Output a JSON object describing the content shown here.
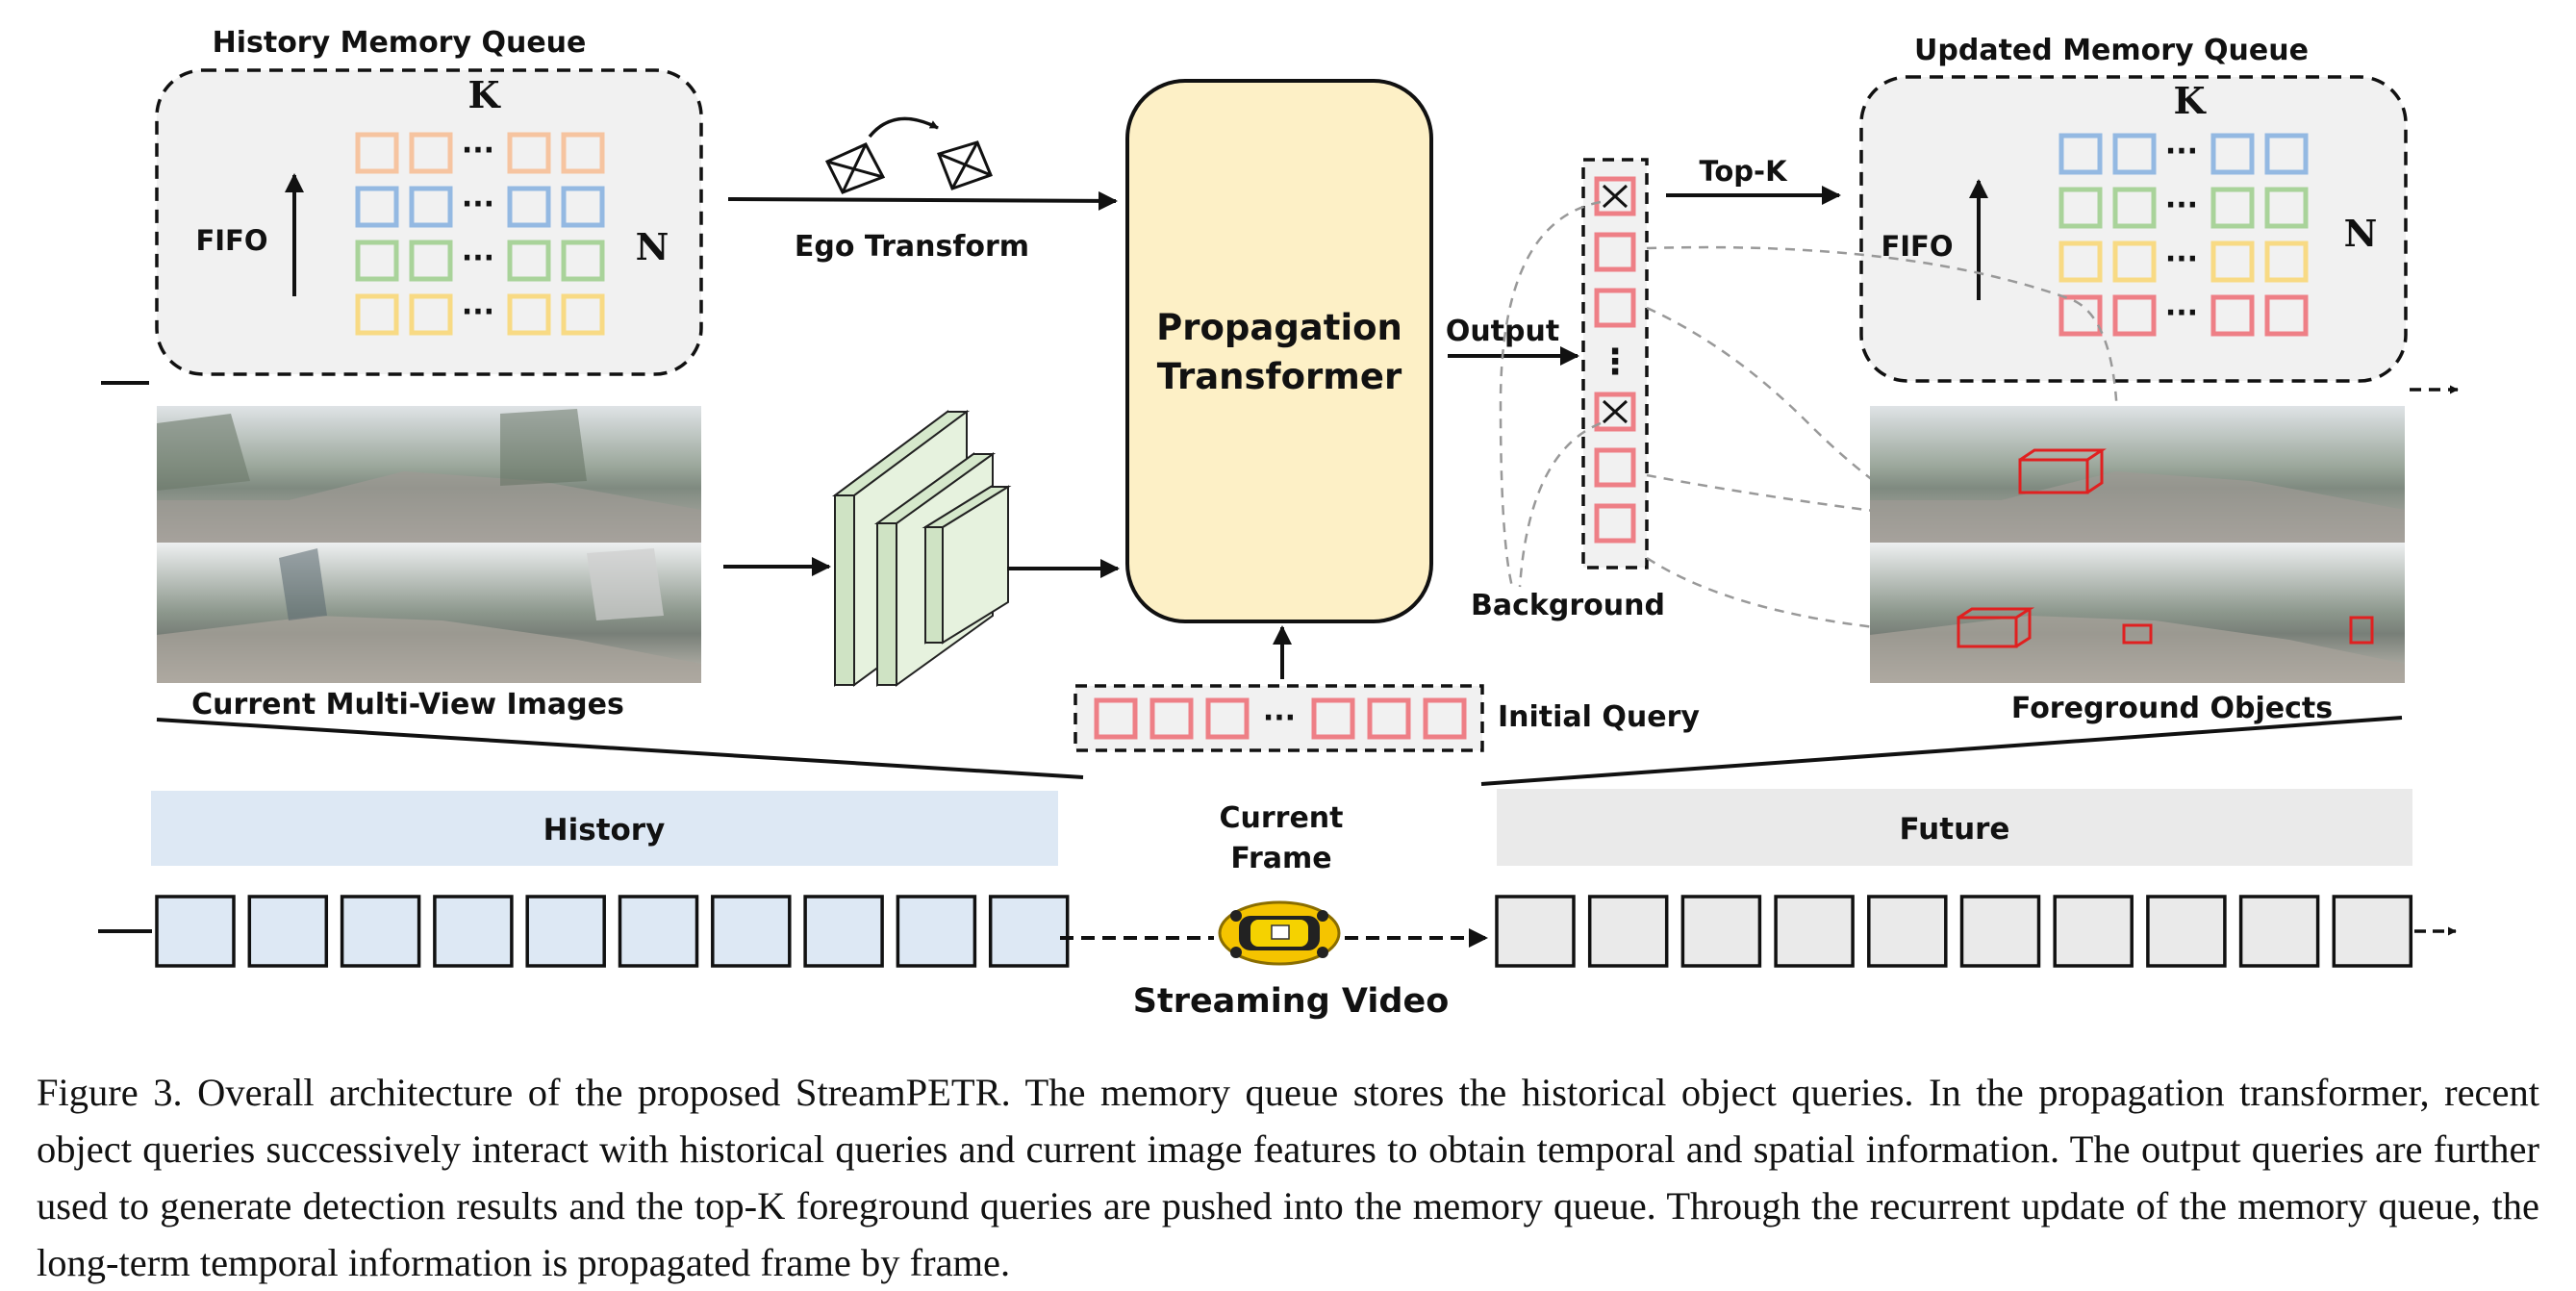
{
  "history_memory": {
    "title": "History Memory Queue",
    "k_label": "K",
    "n_label": "N",
    "fifo_label": "FIFO",
    "dots": "···",
    "row_colors": [
      "#f6c4a0",
      "#94b9e2",
      "#a9d39a",
      "#f8da84"
    ]
  },
  "updated_memory": {
    "title": "Updated Memory Queue",
    "k_label": "K",
    "n_label": "N",
    "fifo_label": "FIFO",
    "dots": "···",
    "row_colors": [
      "#94b9e2",
      "#a9d39a",
      "#f8da84",
      "#ee7f86"
    ]
  },
  "ego_transform": {
    "label": "Ego Transform"
  },
  "propagation": {
    "line1": "Propagation",
    "line2": "Transformer",
    "fill": "#fdf0c6"
  },
  "output": {
    "label": "Output",
    "topk_label": "Top-K",
    "background_label": "Background",
    "vdots": "⋮"
  },
  "initial_query": {
    "label": "Initial Query",
    "dots": "···",
    "color": "#ee7f86"
  },
  "images": {
    "current_label": "Current Multi-View Images",
    "foreground_label": "Foreground Objects"
  },
  "timeline": {
    "history_label": "History",
    "future_label": "Future",
    "current_frame_line1": "Current",
    "current_frame_line2": "Frame",
    "streaming_label": "Streaming Video",
    "history_fill": "#dde8f4",
    "future_fill": "#eaeaea"
  },
  "caption": "Figure 3. Overall architecture of the proposed StreamPETR. The memory queue stores the historical object queries. In the propagation transformer, recent object queries successively interact with historical queries and current image features to obtain temporal and spatial information. The output queries are further used to generate detection results and the top-K foreground queries are pushed into the memory queue. Through the recurrent update of the memory queue, the long-term temporal information is propagated frame by frame."
}
